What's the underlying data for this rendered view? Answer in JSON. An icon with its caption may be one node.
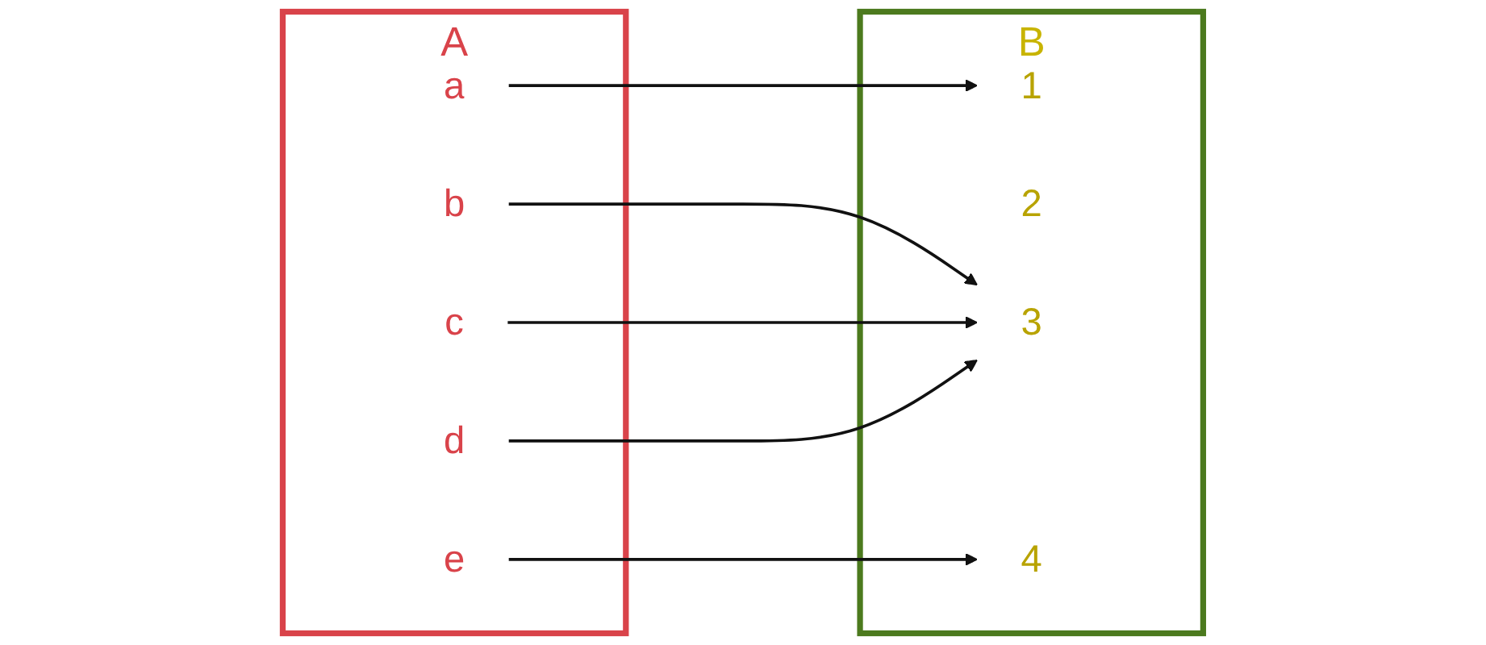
{
  "diagram": {
    "nodes": [
      {
        "text": [
          "A"
        ]
      },
      {
        "text": [
          "a"
        ],
        "in": 0
      },
      {
        "text": [
          "b"
        ],
        "in": 0
      },
      {
        "text": [
          "c"
        ],
        "in": 0
      },
      {
        "text": [
          "d"
        ],
        "in": 0
      },
      {
        "text": [
          "e"
        ],
        "in": 0
      },
      {
        "text": [
          "B"
        ]
      },
      {
        "text": [
          "1"
        ],
        "in": 6
      },
      {
        "text": [
          "2"
        ],
        "in": 6
      },
      {
        "text": [
          "3"
        ],
        "in": 6
      },
      {
        "text": [
          "4"
        ],
        "in": 6
      }
    ],
    "edges": [
      {
        "from": 1,
        "to": 7,
        "arrow": "to"
      },
      {
        "from": 2,
        "to": 9,
        "arrow": "to"
      },
      {
        "from": 3,
        "to": 9,
        "arrow": "to"
      },
      {
        "from": 4,
        "to": 9,
        "arrow": "to"
      },
      {
        "from": 5,
        "to": 10,
        "arrow": "to"
      }
    ]
  }
}
